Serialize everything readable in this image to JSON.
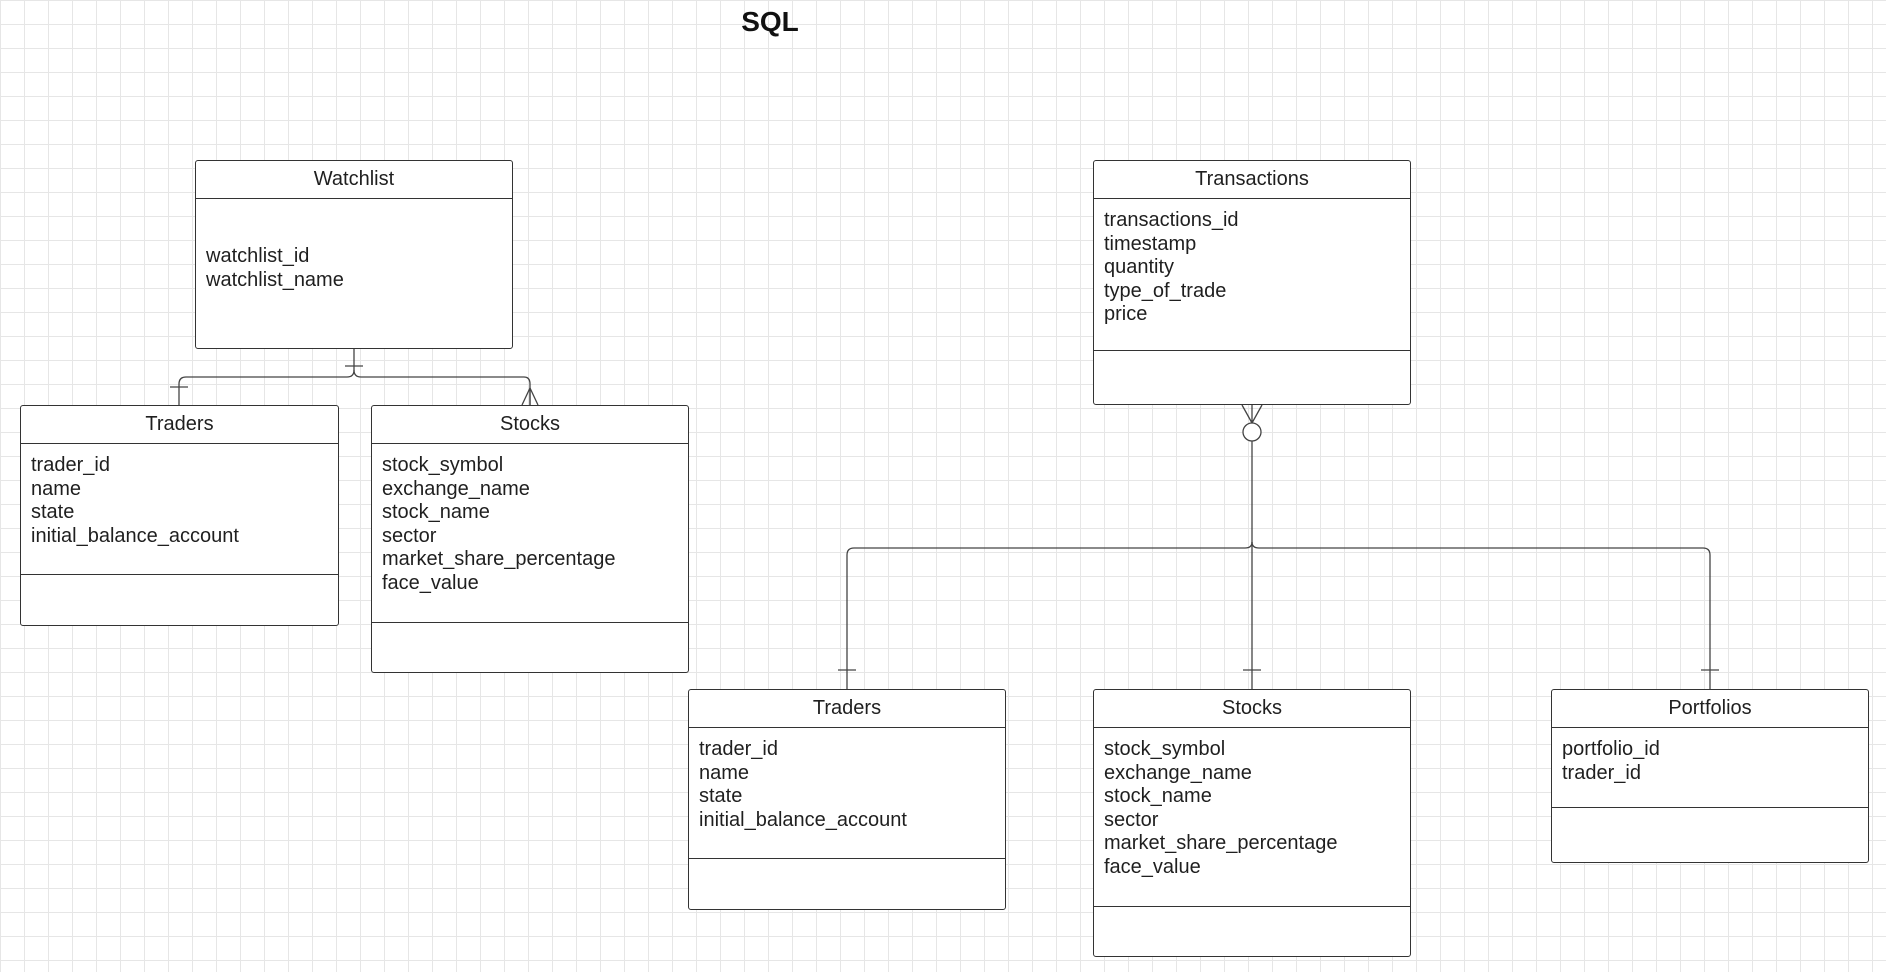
{
  "title": "SQL",
  "colors": {
    "line": "#444444",
    "border": "#333333",
    "grid": "#e6e6e6"
  },
  "entities": {
    "watchlist": {
      "name": "Watchlist",
      "fields": [
        "watchlist_id",
        "watchlist_name"
      ]
    },
    "traders_left": {
      "name": "Traders",
      "fields": [
        "trader_id",
        "name",
        "state",
        "initial_balance_account"
      ]
    },
    "stocks_left": {
      "name": "Stocks",
      "fields": [
        "stock_symbol",
        "exchange_name",
        "stock_name",
        "sector",
        "market_share_percentage",
        "face_value"
      ]
    },
    "transactions": {
      "name": "Transactions",
      "fields": [
        "transactions_id",
        "timestamp",
        "quantity",
        "type_of_trade",
        "price"
      ]
    },
    "traders_bottom": {
      "name": "Traders",
      "fields": [
        "trader_id",
        "name",
        "state",
        "initial_balance_account"
      ]
    },
    "stocks_bottom": {
      "name": "Stocks",
      "fields": [
        "stock_symbol",
        "exchange_name",
        "stock_name",
        "sector",
        "market_share_percentage",
        "face_value"
      ]
    },
    "portfolios": {
      "name": "Portfolios",
      "fields": [
        "portfolio_id",
        "trader_id"
      ]
    }
  }
}
